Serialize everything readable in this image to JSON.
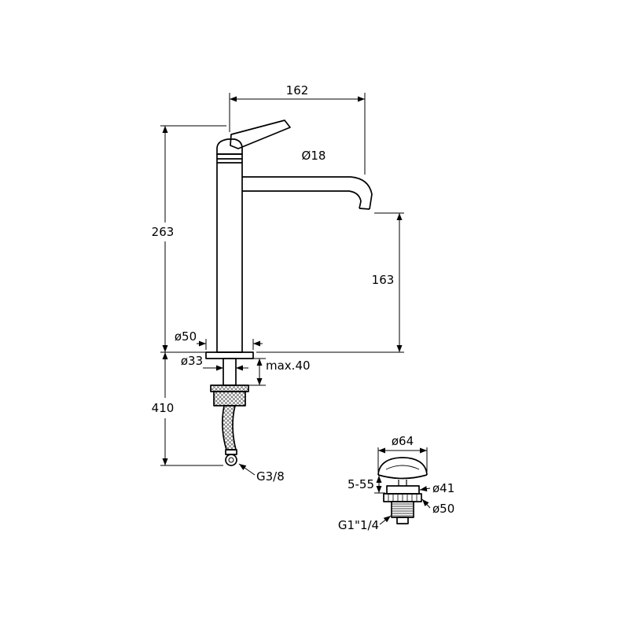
{
  "drawing": {
    "type": "technical-dimension-drawing",
    "line_color": "#000000",
    "background": "#ffffff",
    "faucet": {
      "dim_spout_reach": "162",
      "dim_spout_diameter": "Ø18",
      "dim_body_height": "263",
      "dim_spout_height": "163",
      "dim_base_diameter": "ø50",
      "dim_shank_diameter": "ø33",
      "dim_deck_thickness": "max.40",
      "dim_hose_length": "410",
      "dim_inlet_thread": "G3/8"
    },
    "drain": {
      "dim_cap_diameter": "ø64",
      "dim_adjust_range": "5-55",
      "dim_body_diameter": "ø41",
      "dim_flange_diameter": "ø50",
      "dim_outlet_thread": "G1\"1/4"
    }
  }
}
